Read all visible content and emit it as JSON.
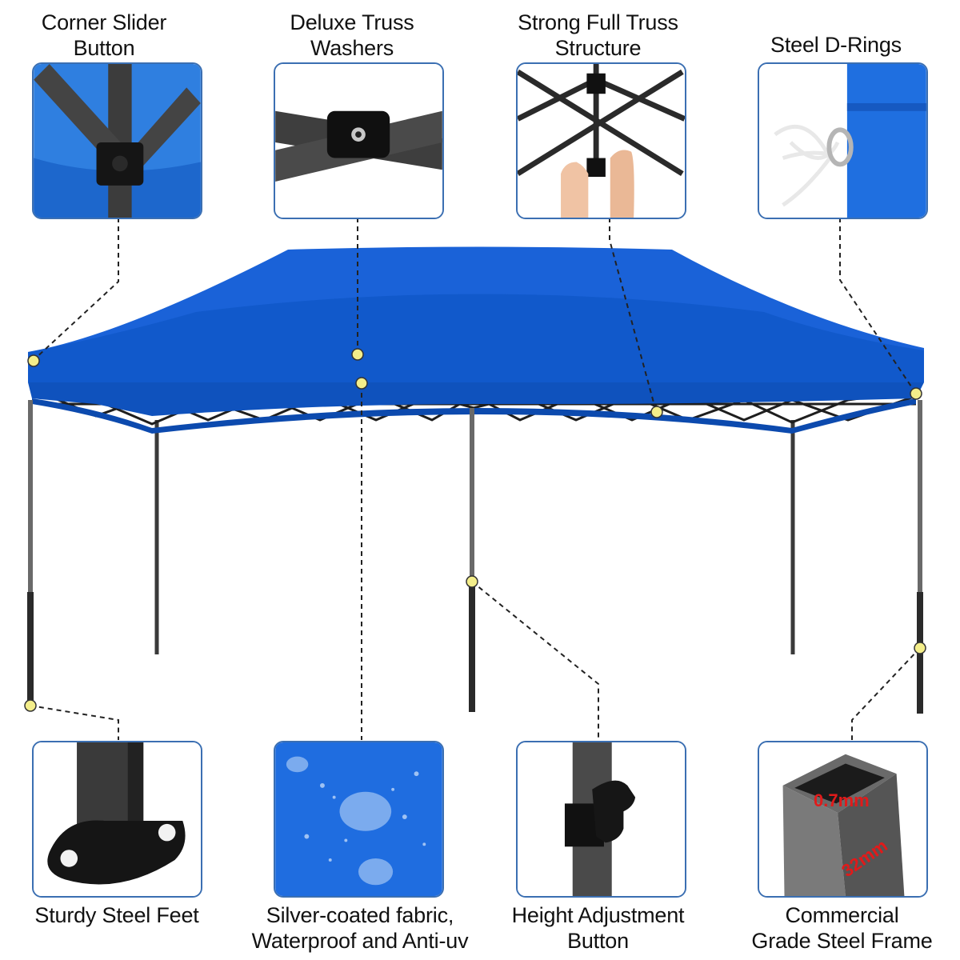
{
  "colors": {
    "canopy": "#1560d4",
    "canopy_dark": "#0d4fb5",
    "frame": "#2b2b2b",
    "panel_border": "#3b6fb2",
    "hotspot": "#f4ee8a",
    "dimension_text": "#e11a1a"
  },
  "features": {
    "corner_slider": {
      "line1": "Corner Slider",
      "line2": "Button"
    },
    "truss_washers": {
      "line1": "Deluxe Truss",
      "line2": "Washers"
    },
    "truss_structure": {
      "line1": "Strong Full Truss",
      "line2": "Structure"
    },
    "d_rings": {
      "line1": "Steel D-Rings"
    },
    "steel_feet": {
      "line1": "Sturdy Steel Feet"
    },
    "fabric": {
      "line1": "Silver-coated fabric,",
      "line2": "Waterproof and Anti-uv"
    },
    "height_button": {
      "line1": "Height Adjustment",
      "line2": "Button"
    },
    "steel_frame": {
      "line1": "Commercial",
      "line2": "Grade Steel Frame"
    }
  },
  "dimensions": {
    "wall_thickness": "0.7mm",
    "tube_width": "32mm"
  }
}
